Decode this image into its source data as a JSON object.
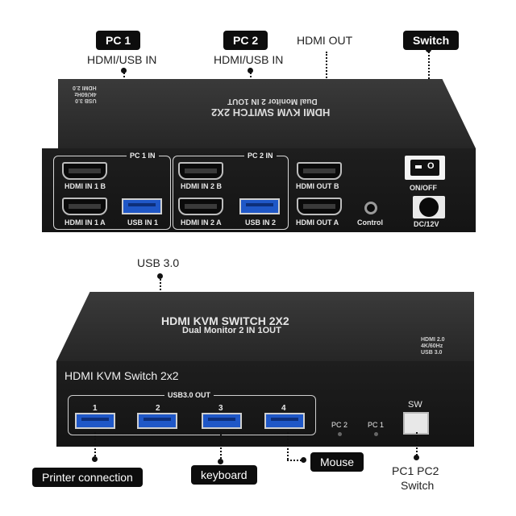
{
  "top_callouts": {
    "pc1_tag": "PC 1",
    "pc1_desc": "HDMI/USB IN",
    "pc2_tag": "PC 2",
    "pc2_desc": "HDMI/USB IN",
    "hdmi_out": "HDMI OUT",
    "switch_tag": "Switch"
  },
  "rear_panel": {
    "top_title_mirrored": "HDMI KVM SWITCH 2X2",
    "top_subtitle_mirrored": "Dual Monitor 2 IN 1OUT",
    "top_spec_mirrored": [
      "USB 3.0",
      "4K/60Hz",
      "HDMI 2.0"
    ],
    "pc1_group": "PC 1 IN",
    "pc2_group": "PC 2 IN",
    "ports": {
      "hdmi_in_1b": "HDMI IN 1 B",
      "hdmi_in_1a": "HDMI IN 1 A",
      "usb_in_1": "USB IN 1",
      "hdmi_in_2b": "HDMI IN 2 B",
      "hdmi_in_2a": "HDMI IN 2 A",
      "usb_in_2": "USB IN 2",
      "hdmi_out_b": "HDMI OUT B",
      "hdmi_out_a": "HDMI OUT A",
      "control": "Control",
      "on_off": "ON/OFF",
      "dc": "DC/12V"
    },
    "switch_glyph": "O"
  },
  "mid_callout": {
    "usb30": "USB 3.0"
  },
  "front_panel": {
    "top_title": "HDMI KVM SWITCH 2X2",
    "top_subtitle": "Dual Monitor 2 IN 1OUT",
    "top_spec": [
      "HDMI 2.0",
      "4K/60Hz",
      "USB 3.0"
    ],
    "front_title": "HDMI KVM Switch 2x2",
    "usb_group": "USB3.0 OUT",
    "usb_numbers": [
      "1",
      "2",
      "3",
      "4"
    ],
    "pc2_led": "PC 2",
    "pc1_led": "PC 1",
    "sw_label": "SW"
  },
  "bottom_callouts": {
    "printer": "Printer connection",
    "keyboard": "keyboard",
    "mouse": "Mouse",
    "switch_line1": "PC1 PC2",
    "switch_line2": "Switch"
  }
}
